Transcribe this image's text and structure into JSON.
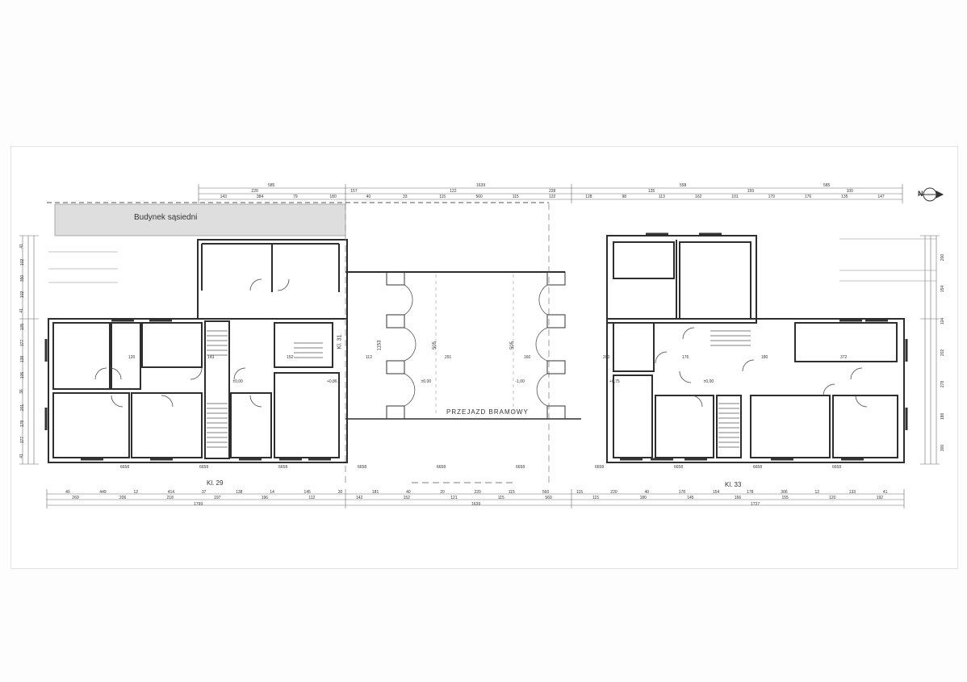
{
  "plan": {
    "labels": {
      "neighbour": "Budynek sąsiedni",
      "passage": "PRZEJAZD BRAMOWY",
      "stair_left": "Kl. 29",
      "stair_right": "Kl. 33",
      "stair_mid": "Kl. 31",
      "north": "N"
    },
    "dims_top_row1": [
      "585",
      "1639",
      "558",
      "585"
    ],
    "dims_top_row2": [
      "220",
      "157",
      "122",
      "228",
      "135",
      "159",
      "100"
    ],
    "dims_top_row3": [
      "143",
      "384",
      "79",
      "180",
      "40",
      "33",
      "115",
      "560",
      "115",
      "122",
      "128",
      "98",
      "113",
      "162",
      "101",
      "179",
      "176",
      "135",
      "147"
    ],
    "dims_bottom_row1": [
      "40",
      "449",
      "12",
      "414",
      "37",
      "138",
      "14",
      "145",
      "30",
      "181",
      "40",
      "20",
      "220",
      "115",
      "560",
      "115",
      "220",
      "40",
      "178",
      "154",
      "178",
      "306",
      "12",
      "133",
      "41"
    ],
    "dims_bottom_row2": [
      "260",
      "206",
      "218",
      "197",
      "196",
      "112",
      "142",
      "152",
      "121",
      "115",
      "560",
      "115",
      "180",
      "145",
      "166",
      "155",
      "120",
      "192"
    ],
    "dims_bottom_total": [
      "1799",
      "1639",
      "1727"
    ],
    "dims_left": [
      "41",
      "102",
      "350",
      "102",
      "41",
      "105",
      "377",
      "138",
      "105",
      "36",
      "201",
      "178",
      "377",
      "41"
    ],
    "dims_right": [
      "200",
      "154",
      "104",
      "202",
      "278",
      "188",
      "300"
    ],
    "passage_dims": [
      "1153",
      "505",
      "505"
    ],
    "window_labels": [
      "6658",
      "6658",
      "6658",
      "6658",
      "6658",
      "6658",
      "6658",
      "6658",
      "6658",
      "6658"
    ],
    "level_marks": [
      "±0,00",
      "+0,86",
      "±0,00",
      "-1,00",
      "+0,75",
      "±0,00"
    ],
    "room_values": [
      "120",
      "143",
      "152",
      "112",
      "291",
      "160",
      "200",
      "176",
      "180",
      "372"
    ]
  }
}
